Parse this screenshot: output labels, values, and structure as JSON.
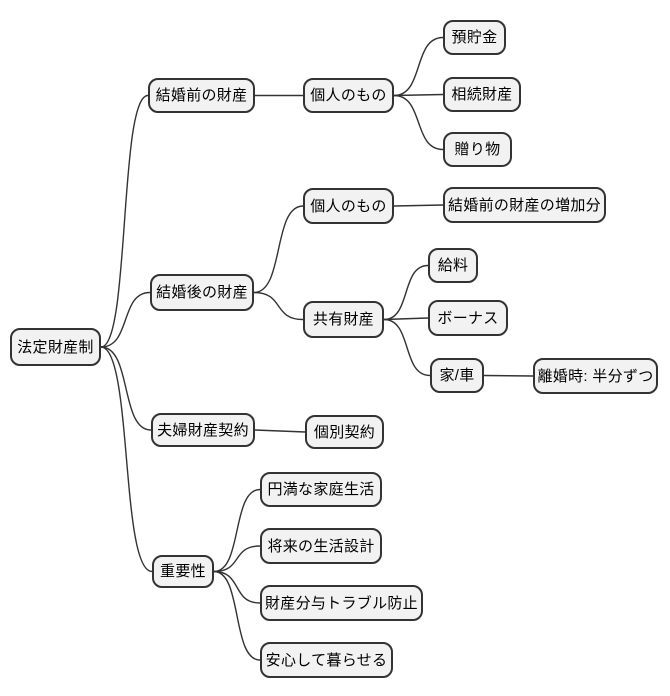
{
  "diagram": {
    "type": "mindmap",
    "direction": "left-to-right",
    "title": "法定財産制",
    "colors": {
      "background": "#ffffff",
      "node_fill": "#f2f2f2",
      "node_border": "#333333",
      "edge": "#333333",
      "text": "#000000"
    },
    "nodes": {
      "root": {
        "label": "法定財産制"
      },
      "before_marriage": {
        "label": "結婚前の財産"
      },
      "personal_before": {
        "label": "個人のもの"
      },
      "savings": {
        "label": "預貯金"
      },
      "inheritance": {
        "label": "相続財産"
      },
      "gifts": {
        "label": "贈り物"
      },
      "after_marriage": {
        "label": "結婚後の財産"
      },
      "personal_after": {
        "label": "個人のもの"
      },
      "premarital_increase": {
        "label": "結婚前の財産の増加分"
      },
      "shared_property": {
        "label": "共有財産"
      },
      "salary": {
        "label": "給料"
      },
      "bonus": {
        "label": "ボーナス"
      },
      "house_car": {
        "label": "家/車"
      },
      "divorce_half": {
        "label": "離婚時: 半分ずつ"
      },
      "marital_contract": {
        "label": "夫婦財産契約"
      },
      "individual_contract": {
        "label": "個別契約"
      },
      "importance": {
        "label": "重要性"
      },
      "happy_family": {
        "label": "円満な家庭生活"
      },
      "future_planning": {
        "label": "将来の生活設計"
      },
      "trouble_prevention": {
        "label": "財産分与トラブル防止"
      },
      "peace_of_mind": {
        "label": "安心して暮らせる"
      }
    },
    "edges": [
      [
        "root",
        "before_marriage"
      ],
      [
        "root",
        "after_marriage"
      ],
      [
        "root",
        "marital_contract"
      ],
      [
        "root",
        "importance"
      ],
      [
        "before_marriage",
        "personal_before"
      ],
      [
        "personal_before",
        "savings"
      ],
      [
        "personal_before",
        "inheritance"
      ],
      [
        "personal_before",
        "gifts"
      ],
      [
        "after_marriage",
        "personal_after"
      ],
      [
        "after_marriage",
        "shared_property"
      ],
      [
        "personal_after",
        "premarital_increase"
      ],
      [
        "shared_property",
        "salary"
      ],
      [
        "shared_property",
        "bonus"
      ],
      [
        "shared_property",
        "house_car"
      ],
      [
        "house_car",
        "divorce_half"
      ],
      [
        "marital_contract",
        "individual_contract"
      ],
      [
        "importance",
        "happy_family"
      ],
      [
        "importance",
        "future_planning"
      ],
      [
        "importance",
        "trouble_prevention"
      ],
      [
        "importance",
        "peace_of_mind"
      ]
    ]
  }
}
